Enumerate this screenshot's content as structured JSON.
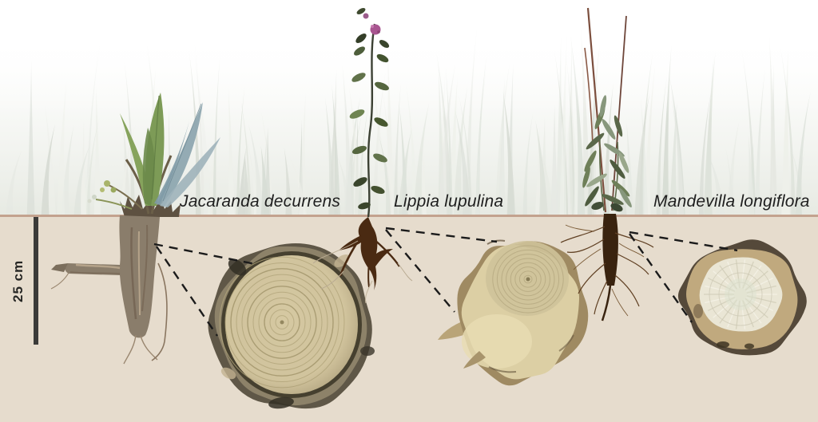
{
  "figure": {
    "scale_bar_label": "25 cm",
    "species": [
      {
        "name": "Jacaranda decurrens"
      },
      {
        "name": "Lippia lupulina"
      },
      {
        "name": "Mandevilla longiflora"
      }
    ]
  },
  "colors": {
    "soil": "#e6dccd",
    "horizon_line": "#c3a28e",
    "scale_bar": "#3b3b39",
    "label_text": "#1e1e1e",
    "connector_line": "#1b1b1b",
    "grass_blade": "#e2e6df"
  }
}
